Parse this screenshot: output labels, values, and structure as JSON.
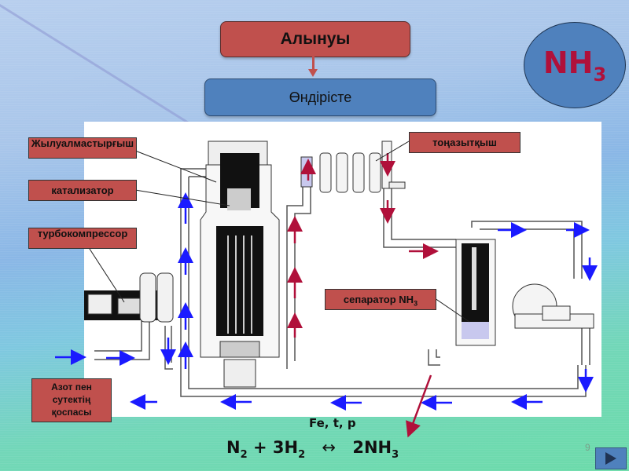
{
  "slide": {
    "title": "Алынуы",
    "subtitle": "Өндірісте",
    "formula_badge": {
      "base": "NH",
      "subscript": "3"
    },
    "page_number": "9",
    "next_button_icon": "play-triangle-icon"
  },
  "labels": {
    "heat_exchanger": "Жылуалмастырғыш",
    "catalyst": "катализатор",
    "turbocompressor": "турбокомпрессор",
    "cooler": "тоңазытқыш",
    "separator": {
      "text": "сепаратор NH",
      "subscript": "3"
    },
    "gas_mix": "Азот пен сутектің қоспасы"
  },
  "reaction": {
    "conditions": "Fe, t, p",
    "reactant1": {
      "base": "N",
      "subscript": "2"
    },
    "plus": "+",
    "reactant2": {
      "coef": "3",
      "base": "H",
      "subscript": "2"
    },
    "arrow": "↔",
    "product": {
      "coef": "2",
      "base": "NH",
      "subscript": "3"
    }
  },
  "colors": {
    "label_red": "#c0504d",
    "box_blue": "#4f81bd",
    "flow_blue": "#1a1aff",
    "flow_red": "#b0103a",
    "formula_red": "#b0103a"
  }
}
